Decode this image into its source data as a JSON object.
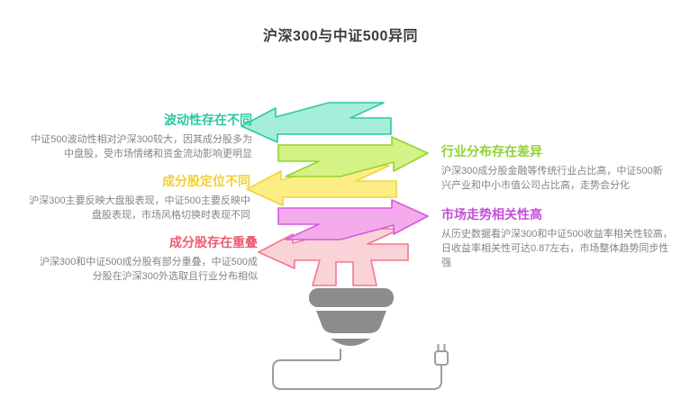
{
  "title": "沪深300与中证500异同",
  "left_items": [
    {
      "heading": "波动性存在不同",
      "desc": "中证500波动性相对沪深300较大，因其成分股多为中盘股，受市场情绪和资金流动影响更明显",
      "heading_color": "#2bc79f",
      "arrow_fill": "#a5eeda",
      "arrow_stroke": "#2dc8a1"
    },
    {
      "heading": "成分股定位不同",
      "desc": "沪深300主要反映大盘股表现，中证500主要反映中盘股表现，市场风格切换时表现不同",
      "heading_color": "#f0d030",
      "arrow_fill": "#fcee85",
      "arrow_stroke": "#eed43e"
    },
    {
      "heading": "成分股存在重叠",
      "desc": "沪深300和中证500成分股有部分重叠，中证500成分股在沪深300外选取且行业分布相似",
      "heading_color": "#f05a70",
      "arrow_fill": "#f9d3d8",
      "arrow_stroke": "#f2788a"
    }
  ],
  "right_items": [
    {
      "heading": "行业分布存在差异",
      "desc": "沪深300成分股金融等传统行业占比高，中证500新兴产业和中小市值公司占比高，走势会分化",
      "heading_color": "#8fd130",
      "arrow_fill": "#d4f286",
      "arrow_stroke": "#93d42f"
    },
    {
      "heading": "市场走势相关性高",
      "desc": "从历史数据看沪深300和中证500收益率相关性较高，日收益率相关性可达0.87左右，市场整体趋势同步性强",
      "heading_color": "#c44fd8",
      "arrow_fill": "#f4abec",
      "arrow_stroke": "#d45ade"
    }
  ],
  "graphic": {
    "bulb_color": "#8c8c8c",
    "cord_color": "#9c9c9c"
  }
}
